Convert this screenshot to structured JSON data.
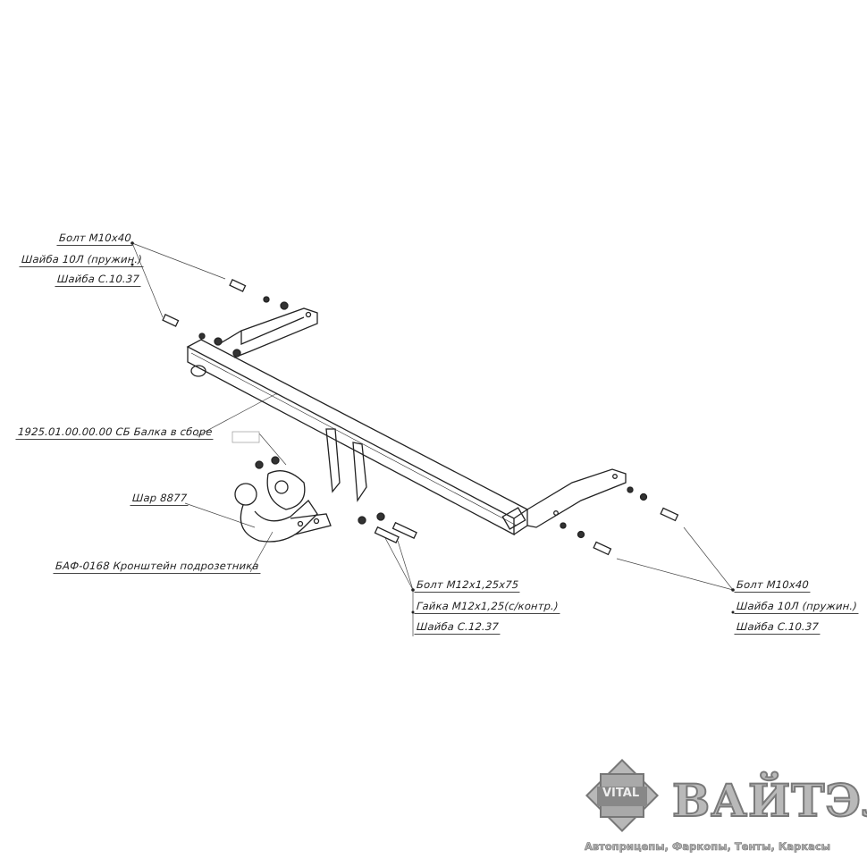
{
  "labels": {
    "left_bolt": "Болт М10х40",
    "left_washer_spring": "Шайба 10Л (пружин.)",
    "left_washer": "Шайба С.10.37",
    "beam": "1925.01.00.00.00 СБ Балка в сборе",
    "ball": "Шар 8877",
    "socket_bracket": "БАФ-0168 Кронштейн подрозетника",
    "center_bolt": "Болт М12х1,25х75",
    "center_nut": "Гайка М12х1,25(с/контр.)",
    "center_washer": "Шайба С.12.37",
    "right_bolt": "Болт М10х40",
    "right_washer_spring": "Шайба 10Л (пружин.)",
    "right_washer": "Шайба С.10.37"
  },
  "logo": {
    "emblem": "VITAL",
    "name": "ВАЙТЭЛ",
    "tagline": "Автоприцепы, Фаркопы, Тенты, Каркасы"
  }
}
